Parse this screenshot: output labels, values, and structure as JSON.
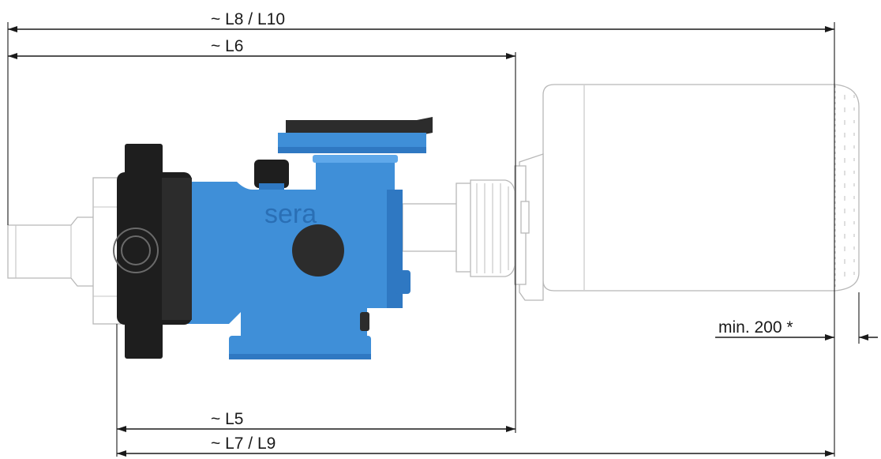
{
  "diagram": {
    "dimensions": {
      "l8_l10": "~ L8 / L10",
      "l6": "~ L6",
      "l5": "~ L5",
      "l7_l9": "~ L7 / L9",
      "min_clearance": "min. 200 *"
    },
    "brand_logo": "sera",
    "colors": {
      "pump_body": "#3f8fd8",
      "pump_head": "#1e1e1e",
      "motor_outline": "#b8b8b8",
      "dimension_lines": "#1a1a1a"
    }
  }
}
